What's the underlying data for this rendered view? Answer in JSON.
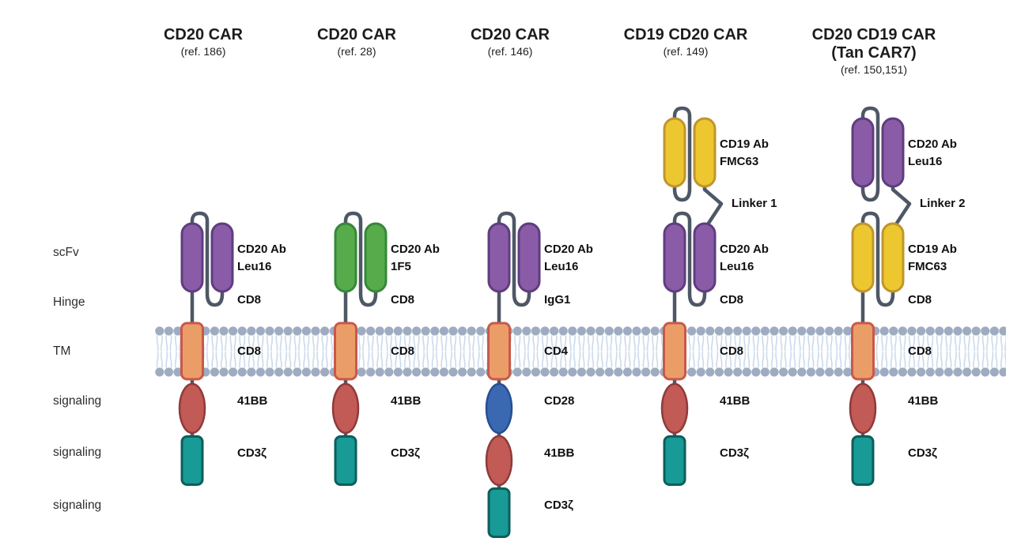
{
  "figure": {
    "row_labels": [
      "scFv",
      "Hinge",
      "TM",
      "signaling",
      "signaling",
      "signaling"
    ],
    "connector_color": "#4E5765",
    "membrane": {
      "head_color": "#9FABC1",
      "tail_color": "#CBD9EB"
    },
    "palette": {
      "purple": {
        "fill": "#8A5CA8",
        "stroke": "#5F3D7E"
      },
      "green": {
        "fill": "#57AB4A",
        "stroke": "#35883A"
      },
      "yellow": {
        "fill": "#EDC72F",
        "stroke": "#C0952B"
      },
      "orange": {
        "fill": "#EB9D68",
        "stroke": "#C9584A"
      },
      "red": {
        "fill": "#C25A55",
        "stroke": "#8F3A3A"
      },
      "teal": {
        "fill": "#189A96",
        "stroke": "#0D5E5C"
      },
      "blue": {
        "fill": "#3B69B1",
        "stroke": "#274E92"
      }
    },
    "constructs": [
      {
        "title": "CD20 CAR",
        "subtitle": "(ref. 186)",
        "scfv": [
          {
            "color": "purple",
            "label_lines": [
              "CD20 Ab",
              "Leu16"
            ]
          }
        ],
        "hinge": "CD8",
        "tm": "CD8",
        "signaling": [
          {
            "shape": "ellipse",
            "color": "red",
            "label": "41BB"
          },
          {
            "shape": "rect",
            "color": "teal",
            "label": "CD3ζ"
          }
        ]
      },
      {
        "title": "CD20 CAR",
        "subtitle": "(ref. 28)",
        "scfv": [
          {
            "color": "green",
            "label_lines": [
              "CD20 Ab",
              "1F5"
            ]
          }
        ],
        "hinge": "CD8",
        "tm": "CD8",
        "signaling": [
          {
            "shape": "ellipse",
            "color": "red",
            "label": "41BB"
          },
          {
            "shape": "rect",
            "color": "teal",
            "label": "CD3ζ"
          }
        ]
      },
      {
        "title": "CD20 CAR",
        "subtitle": "(ref. 146)",
        "scfv": [
          {
            "color": "purple",
            "label_lines": [
              "CD20 Ab",
              "Leu16"
            ]
          }
        ],
        "hinge": "IgG1",
        "tm": "CD4",
        "signaling": [
          {
            "shape": "ellipse",
            "color": "blue",
            "label": "CD28"
          },
          {
            "shape": "ellipse",
            "color": "red",
            "label": "41BB"
          },
          {
            "shape": "rect",
            "color": "teal",
            "label": "CD3ζ"
          }
        ]
      },
      {
        "title": "CD19 CD20 CAR",
        "subtitle": "(ref. 149)",
        "scfv": [
          {
            "color": "yellow",
            "label_lines": [
              "CD19 Ab",
              "FMC63"
            ],
            "position": "upper"
          },
          {
            "color": "purple",
            "label_lines": [
              "CD20 Ab",
              "Leu16"
            ],
            "position": "lower"
          }
        ],
        "linker": "Linker 1",
        "hinge": "CD8",
        "tm": "CD8",
        "signaling": [
          {
            "shape": "ellipse",
            "color": "red",
            "label": "41BB"
          },
          {
            "shape": "rect",
            "color": "teal",
            "label": "CD3ζ"
          }
        ]
      },
      {
        "title": "CD20 CD19 CAR",
        "title2": "(Tan CAR7)",
        "subtitle": "(ref. 150,151)",
        "scfv": [
          {
            "color": "purple",
            "label_lines": [
              "CD20 Ab",
              "Leu16"
            ],
            "position": "upper"
          },
          {
            "color": "yellow",
            "label_lines": [
              "CD19 Ab",
              "FMC63"
            ],
            "position": "lower"
          }
        ],
        "linker": "Linker 2",
        "hinge": "CD8",
        "tm": "CD8",
        "signaling": [
          {
            "shape": "ellipse",
            "color": "red",
            "label": "41BB"
          },
          {
            "shape": "rect",
            "color": "teal",
            "label": "CD3ζ"
          }
        ]
      }
    ]
  }
}
